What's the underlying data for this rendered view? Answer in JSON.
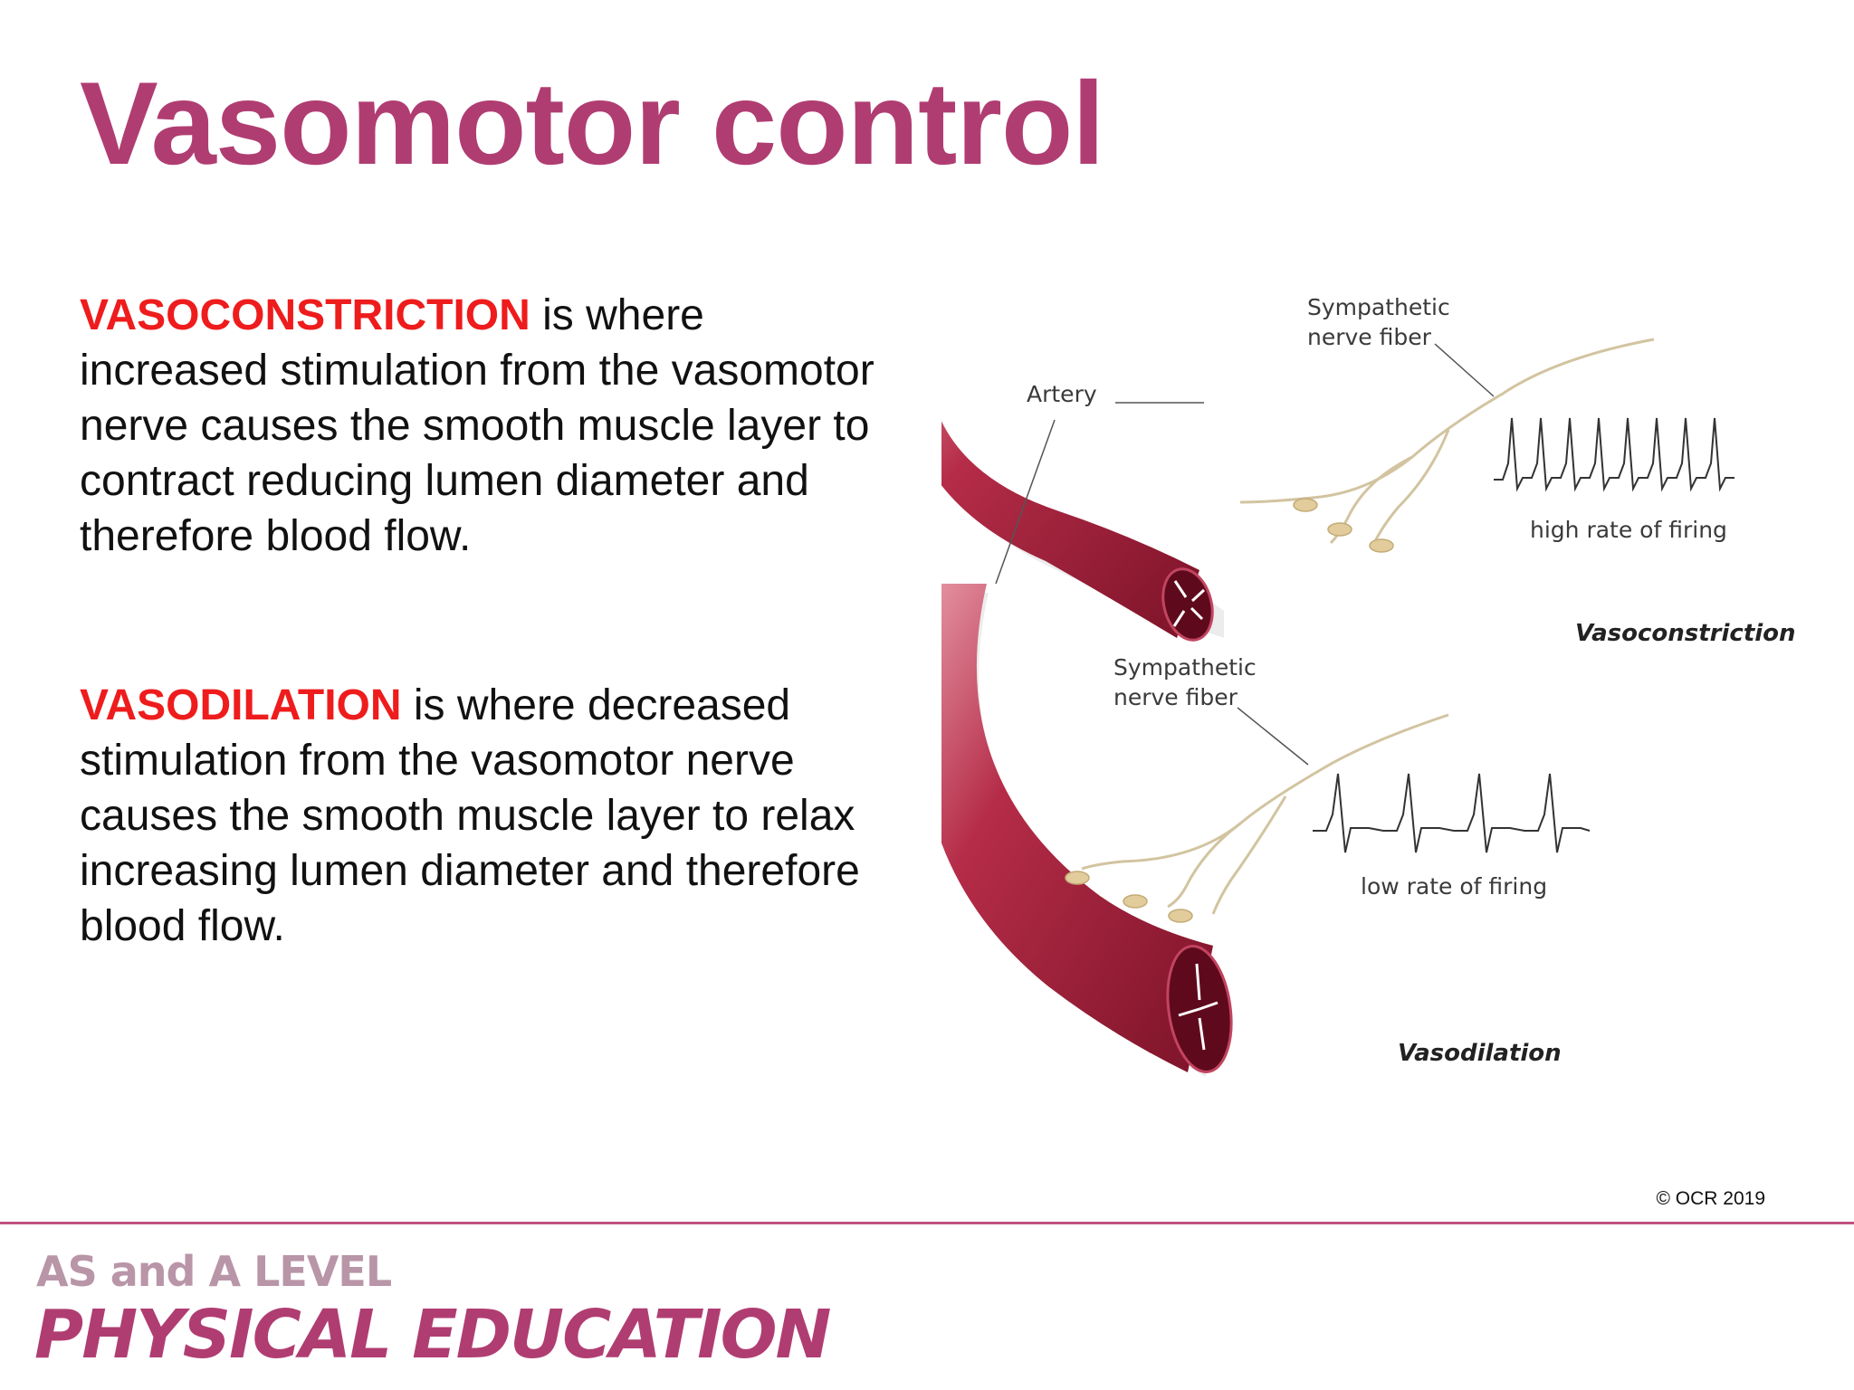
{
  "slide": {
    "title": "Vasomotor control",
    "para1": {
      "term": "VASOCONSTRICTION",
      "text": " is where increased stimulation from the vasomotor nerve causes the smooth muscle layer to contract reducing lumen diameter and therefore blood flow."
    },
    "para2": {
      "term": "VASODILATION",
      "text": " is where decreased stimulation from the vasomotor nerve causes the smooth muscle layer to relax increasing lumen diameter and therefore blood flow."
    },
    "copyright": "© OCR 2019"
  },
  "diagram": {
    "artery_label": "Artery",
    "nerve_label_line1": "Sympathetic",
    "nerve_label_line2": "nerve fiber",
    "high_firing": "high rate of firing",
    "low_firing": "low rate of firing",
    "vasoconstriction": "Vasoconstriction",
    "vasodilation": "Vasodilation",
    "colors": {
      "vessel": "#a3203c",
      "vessel_dark": "#6e0f24",
      "nerve": "#d2c4a0",
      "label_line": "#555555"
    }
  },
  "footer": {
    "line1": "AS and A LEVEL",
    "line2": "PHYSICAL EDUCATION",
    "accent": "#b03d72"
  }
}
